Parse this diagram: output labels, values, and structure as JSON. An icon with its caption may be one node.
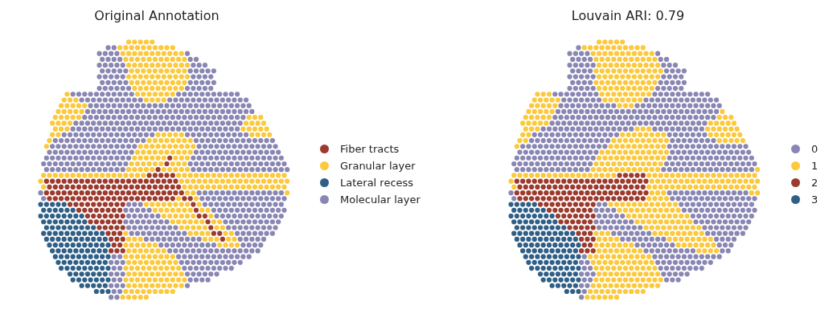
{
  "diagram": {
    "labels": [
      "Original Annotation",
      "Louvain ARI: 0.79"
    ],
    "legend": [
      {
        "text": "Fiber tracts",
        "color": "#9c3a2e"
      },
      {
        "text": "Granular layer",
        "color": "#fcc93c"
      },
      {
        "text": "Lateral recess",
        "color": "#2f5f86"
      },
      {
        "text": "Molecular layer",
        "color": "#8986b3"
      },
      {
        "text": "0",
        "color": "#8986b3"
      },
      {
        "text": "1",
        "color": "#fcc93c"
      },
      {
        "text": "2",
        "color": "#9c3a2e"
      },
      {
        "text": "3",
        "color": "#2f5f86"
      }
    ]
  }
}
